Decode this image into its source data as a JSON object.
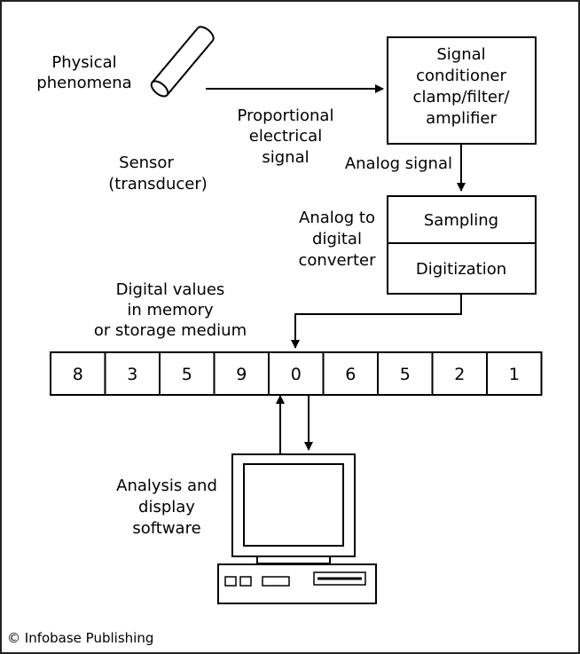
{
  "labels": {
    "physical_1": "Physical",
    "physical_2": "phenomena",
    "sensor_1": "Sensor",
    "sensor_2": "(transducer)",
    "proportional_1": "Proportional",
    "proportional_2": "electrical",
    "proportional_3": "signal",
    "conditioner_1": "Signal",
    "conditioner_2": "conditioner",
    "conditioner_3": "clamp/filter/",
    "conditioner_4": "amplifier",
    "analog_signal": "Analog signal",
    "adc_1": "Analog to",
    "adc_2": "digital",
    "adc_3": "converter",
    "sampling": "Sampling",
    "digitization": "Digitization",
    "digital_1": "Digital values",
    "digital_2": "in memory",
    "digital_3": "or storage medium",
    "analysis_1": "Analysis and",
    "analysis_2": "display",
    "analysis_3": "software"
  },
  "memory_values": [
    "8",
    "3",
    "5",
    "9",
    "0",
    "6",
    "5",
    "2",
    "1"
  ],
  "credit": "© Infobase Publishing"
}
